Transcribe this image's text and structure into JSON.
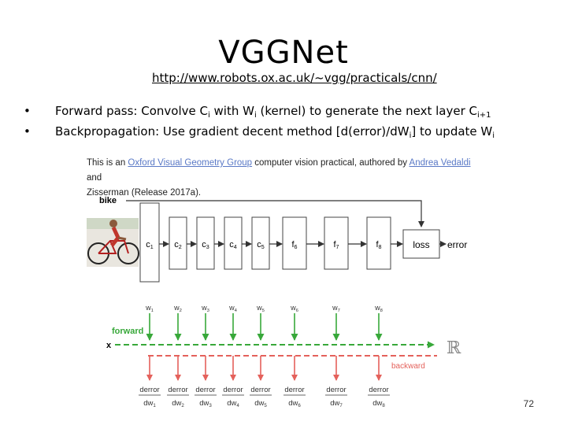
{
  "title": "VGGNet",
  "url": "http://www.robots.ox.ac.uk/~vgg/practicals/cnn/",
  "bullets": [
    {
      "pre": "Forward pass: Convolve C",
      "sub1": "i",
      "mid": " with W",
      "sub2": "i",
      "post": " (kernel) to generate the next layer C",
      "sub3": "i+1"
    },
    {
      "pre": "Backpropagation: Use gradient decent method  [d(error)/dW",
      "sub1": "i",
      "post": "] to  update W",
      "sub2": "i"
    }
  ],
  "credit": {
    "pre": "This is an ",
    "link1": "Oxford Visual Geometry Group",
    "mid": " computer vision practical, authored by ",
    "link2": "Andrea Vedaldi",
    "post": " and",
    "line2": "Zisserman (Release 2017a)."
  },
  "diagram": {
    "input_label": "bike",
    "layers": [
      "c1",
      "c2",
      "c3",
      "c4",
      "c5",
      "f6",
      "f7",
      "f8"
    ],
    "loss_label": "loss",
    "error_label": "error",
    "weights": [
      "w1",
      "w2",
      "w3",
      "w4",
      "w5",
      "w6",
      "w7",
      "w8"
    ],
    "forward_label": "forward",
    "x_label": "x",
    "backward_label": "backward",
    "real_symbol": "ℝ",
    "derror_label": "derror",
    "dw": [
      "dw1",
      "dw2",
      "dw3",
      "dw4",
      "dw5",
      "dw6",
      "dw7",
      "dw8"
    ],
    "colors": {
      "forward": "#38a83a",
      "backward": "#e4615b"
    }
  },
  "page_number": "72"
}
